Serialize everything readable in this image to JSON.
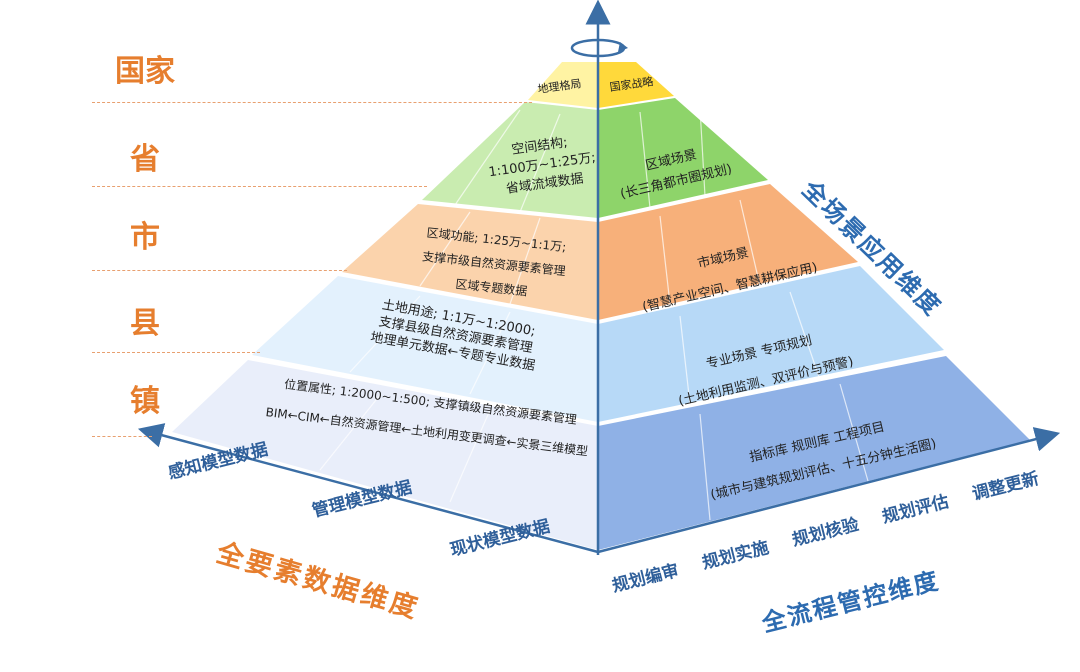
{
  "admin_levels": [
    "国家",
    "省",
    "市",
    "县",
    "镇"
  ],
  "tiers": [
    {
      "name": "国家",
      "left_lines": [
        "地理格局"
      ],
      "right_lines": [
        "国家战略"
      ],
      "colors": {
        "left": "#fff3a3",
        "right": "#ffd93b"
      }
    },
    {
      "name": "省",
      "left_lines": [
        "空间结构;",
        "1:100万~1:25万;",
        "省域流域数据"
      ],
      "right_lines": [
        "区域场景",
        "(长三角都市圈规划)"
      ],
      "colors": {
        "left": "#c9ecb0",
        "right": "#8ed46a"
      }
    },
    {
      "name": "市",
      "left_lines": [
        "区域功能; 1:25万~1:1万;",
        "支撑市级自然资源要素管理",
        "区域专题数据"
      ],
      "right_lines": [
        "市域场景",
        "(智慧产业空间、智慧耕保应用)"
      ],
      "colors": {
        "left": "#fbd3ac",
        "right": "#f7b07a"
      }
    },
    {
      "name": "县",
      "left_lines": [
        "土地用途; 1:1万~1:2000;",
        "支撑县级自然资源要素管理",
        "地理单元数据←专题专业数据"
      ],
      "right_lines": [
        "专业场景    专项规划",
        "(土地利用监测、双评价与预警)"
      ],
      "colors": {
        "left": "#e3f1fd",
        "right": "#b7d9f7"
      }
    },
    {
      "name": "镇",
      "left_lines": [
        "位置属性; 1:2000~1:500; 支撑镇级自然资源要素管理",
        "BIM←CIM←自然资源管理←土地利用变更调查←实景三维模型"
      ],
      "right_lines": [
        "指标库    规则库    工程项目",
        "(城市与建筑规划评估、十五分钟生活圈)"
      ],
      "colors": {
        "left": "#e9eefa",
        "right": "#8fb1e6"
      }
    }
  ],
  "left_axis": {
    "items": [
      "感知模型数据",
      "管理模型数据",
      "现状模型数据"
    ],
    "title": "全要素数据维度"
  },
  "bottom_axis": {
    "items": [
      "规划编审",
      "规划实施",
      "规划核验",
      "规划评估",
      "调整更新"
    ],
    "title": "全流程管控维度"
  },
  "right_axis_title": "全场景应用维度",
  "colors": {
    "accent_orange": "#e67e2e",
    "axis_blue": "#3b6ea5",
    "caption_blue": "#2f5f9a"
  }
}
